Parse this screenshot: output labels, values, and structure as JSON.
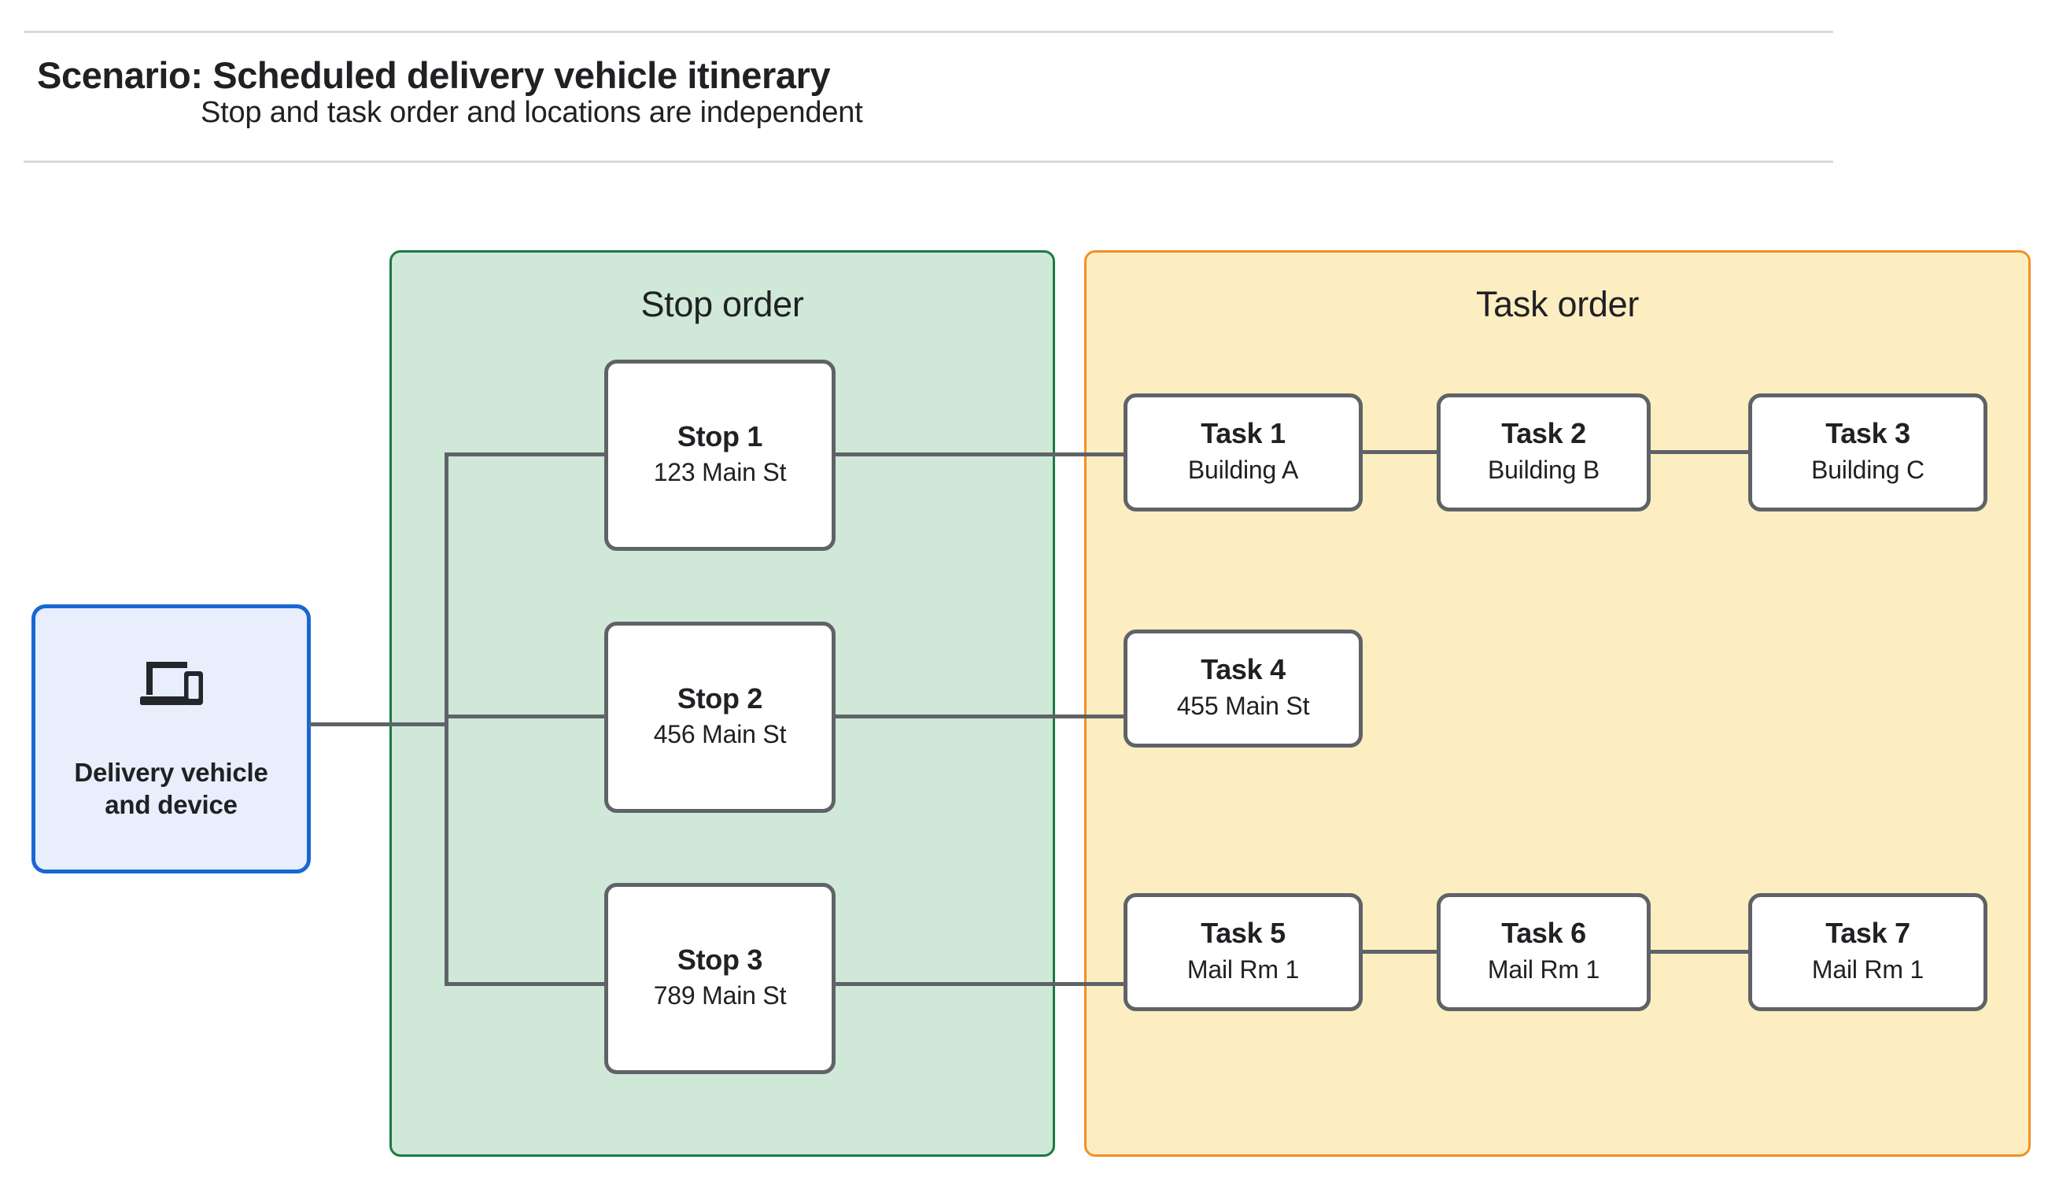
{
  "header": {
    "title": "Scenario: Scheduled delivery vehicle itinerary",
    "subtitle": "Stop and task order and locations are independent"
  },
  "vehicle": {
    "icon": "devices-icon",
    "label": "Delivery vehicle\nand device",
    "label_line1": "Delivery vehicle",
    "label_line2": "and device",
    "border_color": "#1967d2",
    "fill_color": "#e8eefc"
  },
  "panels": {
    "stop": {
      "title": "Stop order",
      "fill_color": "#cfe8d8",
      "border_color": "#1a7a43"
    },
    "task": {
      "title": "Task order",
      "fill_color": "#fdeec2",
      "border_color": "#f29024"
    }
  },
  "stops": [
    {
      "title": "Stop 1",
      "location": "123 Main St"
    },
    {
      "title": "Stop 2",
      "location": "456 Main St"
    },
    {
      "title": "Stop 3",
      "location": "789 Main St"
    }
  ],
  "task_rows": [
    {
      "tasks": [
        {
          "title": "Task 1",
          "location": "Building A"
        },
        {
          "title": "Task 2",
          "location": "Building B"
        },
        {
          "title": "Task 3",
          "location": "Building C"
        }
      ]
    },
    {
      "tasks": [
        {
          "title": "Task 4",
          "location": "455 Main St"
        }
      ]
    },
    {
      "tasks": [
        {
          "title": "Task 5",
          "location": "Mail Rm 1"
        },
        {
          "title": "Task 6",
          "location": "Mail Rm 1"
        },
        {
          "title": "Task 7",
          "location": "Mail Rm 1"
        }
      ]
    }
  ],
  "colors": {
    "node_border": "#5f6368",
    "node_fill": "#ffffff",
    "connector": "#5f6368",
    "rule": "#d9dadc",
    "text": "#202124"
  }
}
